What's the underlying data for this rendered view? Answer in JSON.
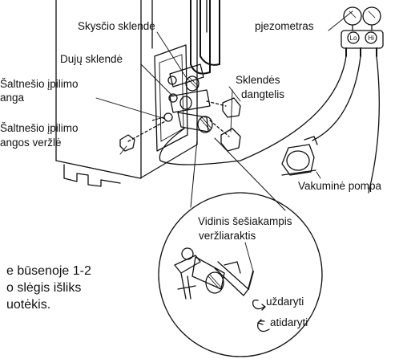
{
  "labels": {
    "liquid_valve": "Skysčio sklendė",
    "gas_valve": "Dujų sklendė",
    "charge_port_line1": "Šaltnešio įpilimo",
    "charge_port_line2": "anga",
    "charge_nut_line1": "Šaltnešio įpilimo",
    "charge_nut_line2": "angos veržlė",
    "gauge": "pjezometras",
    "valve_cap_line1": "Sklendės",
    "valve_cap_line2": "dangtelis",
    "vacuum_pump": "Vakuminė pompa",
    "hex_wrench_line1": "Vidinis šešiakampis",
    "hex_wrench_line2": "veržliaraktis",
    "close": "uždaryti",
    "open": "atidaryti",
    "gauge_lo": "Lo",
    "gauge_hi": "Hi"
  },
  "partial_text": {
    "line1": "e būsenoje 1-2",
    "line2": "o slėgis išliks",
    "line3": "uotėkis."
  }
}
